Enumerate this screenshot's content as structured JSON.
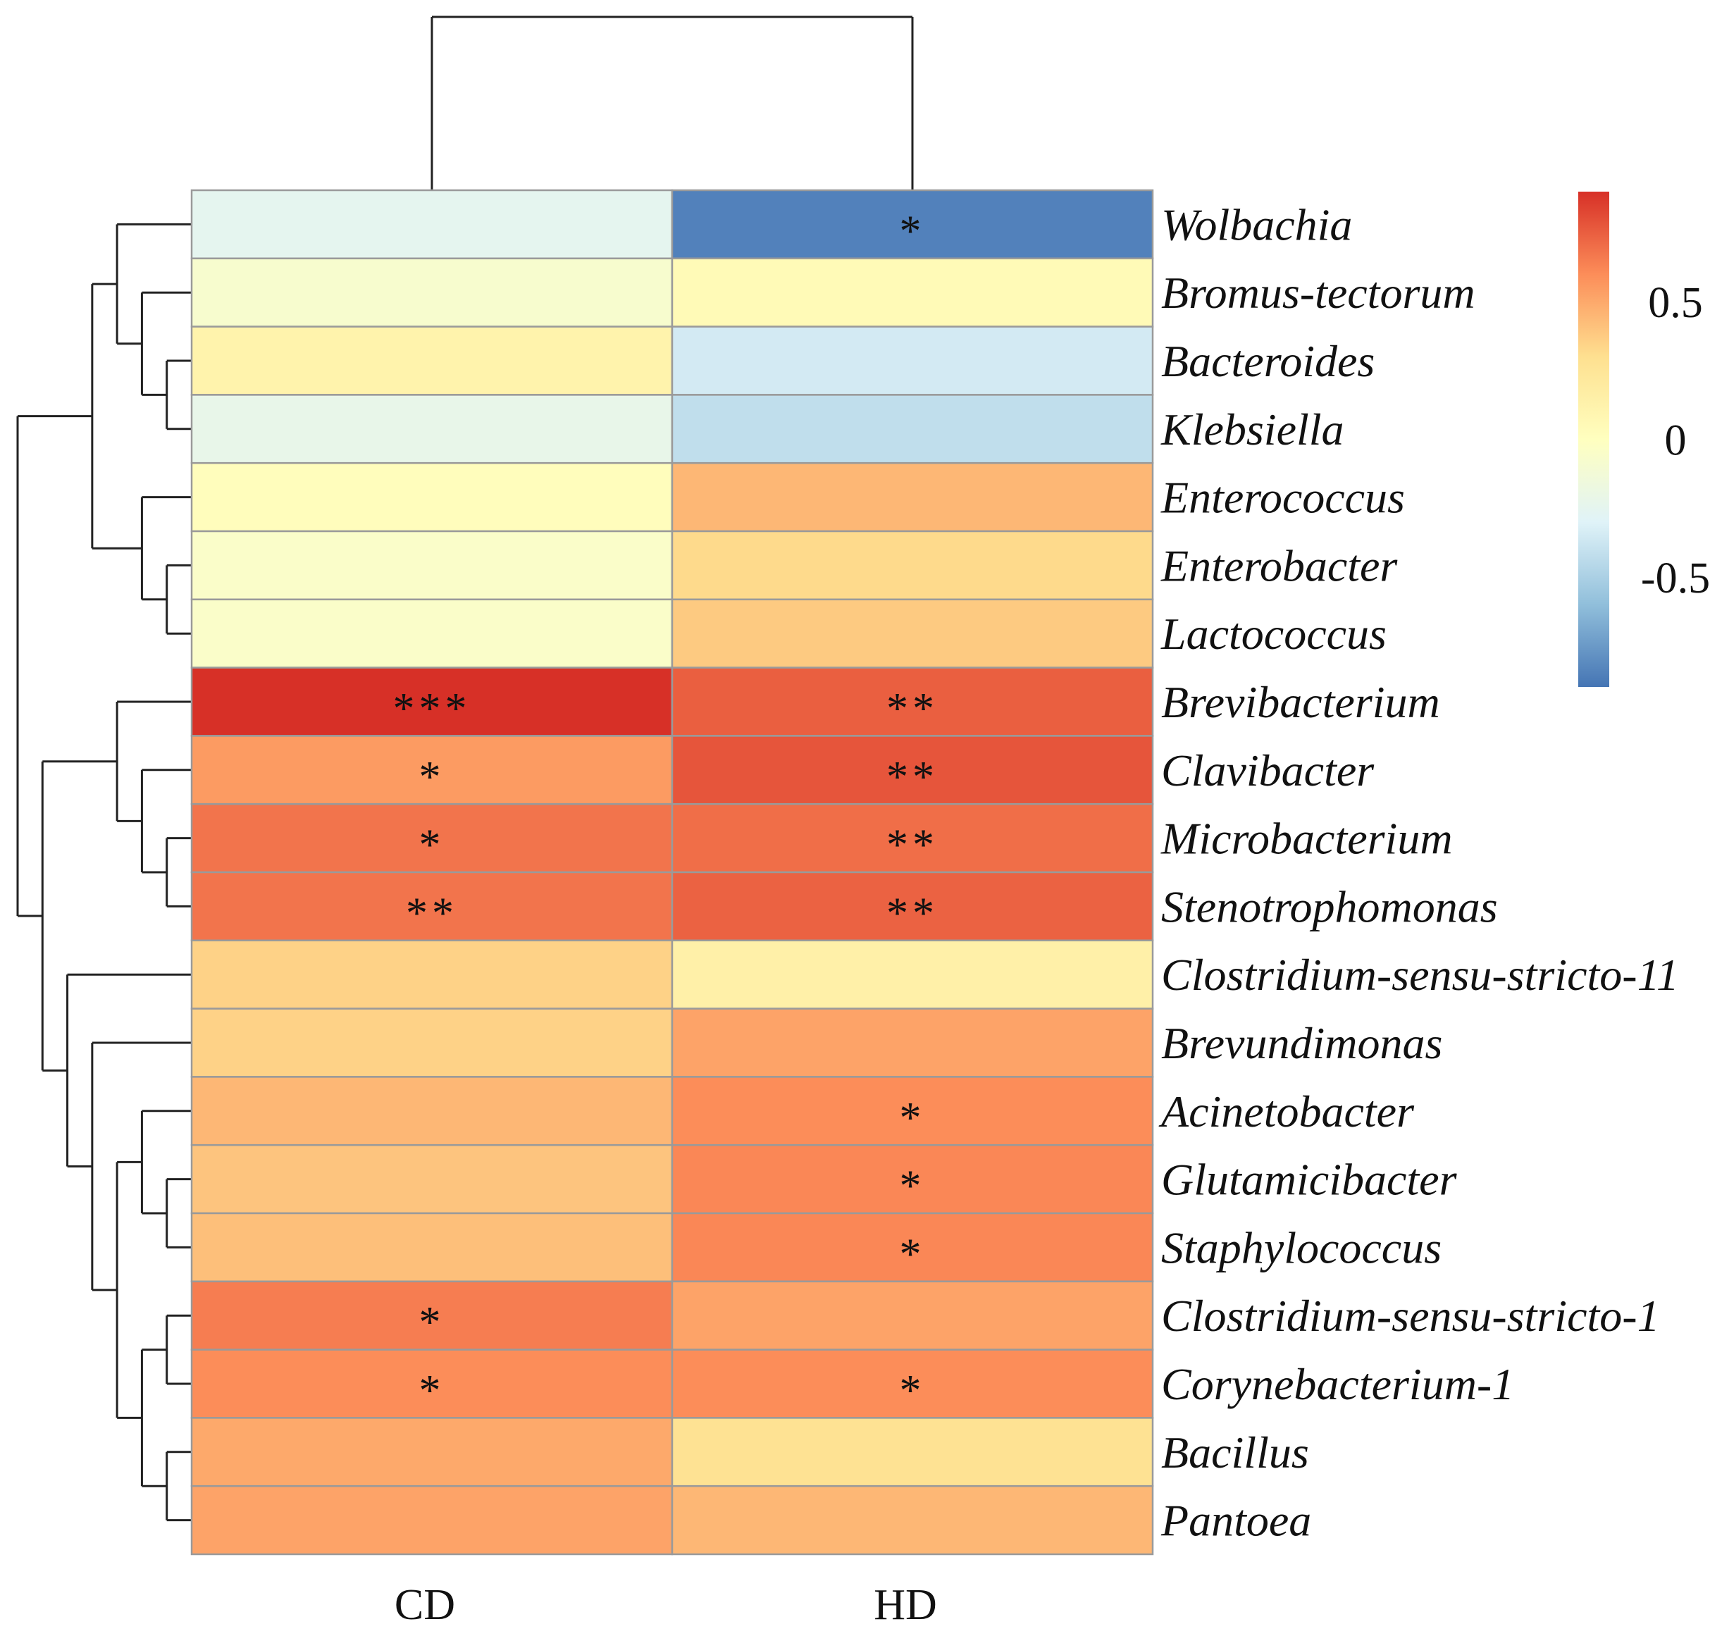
{
  "chart_data": {
    "type": "heatmap",
    "columns": [
      "CD",
      "HD"
    ],
    "rows": [
      "Wolbachia",
      "Bromus-tectorum",
      "Bacteroides",
      "Klebsiella",
      "Enterococcus",
      "Enterobacter",
      "Lactococcus",
      "Brevibacterium",
      "Clavibacter",
      "Microbacterium",
      "Stenotrophomonas",
      "Clostridium-sensu-stricto-11",
      "Brevundimonas",
      "Acinetobacter",
      "Glutamicibacter",
      "Staphylococcus",
      "Clostridium-sensu-stricto-1",
      "Corynebacterium-1",
      "Bacillus",
      "Pantoea"
    ],
    "values": [
      [
        -0.25,
        -0.85
      ],
      [
        -0.08,
        0.05
      ],
      [
        0.12,
        -0.35
      ],
      [
        -0.22,
        -0.42
      ],
      [
        0.02,
        0.45
      ],
      [
        -0.05,
        0.32
      ],
      [
        -0.05,
        0.38
      ],
      [
        0.92,
        0.75
      ],
      [
        0.55,
        0.78
      ],
      [
        0.68,
        0.7
      ],
      [
        0.68,
        0.74
      ],
      [
        0.35,
        0.15
      ],
      [
        0.35,
        0.52
      ],
      [
        0.45,
        0.6
      ],
      [
        0.4,
        0.62
      ],
      [
        0.42,
        0.62
      ],
      [
        0.65,
        0.52
      ],
      [
        0.6,
        0.6
      ],
      [
        0.5,
        0.28
      ],
      [
        0.52,
        0.45
      ]
    ],
    "significance": [
      [
        "",
        "*"
      ],
      [
        "",
        ""
      ],
      [
        "",
        ""
      ],
      [
        "",
        ""
      ],
      [
        "",
        ""
      ],
      [
        "",
        ""
      ],
      [
        "",
        ""
      ],
      [
        "***",
        "**"
      ],
      [
        "*",
        "**"
      ],
      [
        "*",
        "**"
      ],
      [
        "**",
        "**"
      ],
      [
        "",
        ""
      ],
      [
        "",
        ""
      ],
      [
        "",
        "*"
      ],
      [
        "",
        "*"
      ],
      [
        "",
        "*"
      ],
      [
        "*",
        ""
      ],
      [
        "*",
        "*"
      ],
      [
        "",
        ""
      ],
      [
        "",
        ""
      ]
    ],
    "colorbar": {
      "ticks": [
        0.5,
        0,
        -0.5
      ],
      "tick_labels": [
        "0.5",
        "0",
        "-0.5"
      ],
      "range": [
        -0.9,
        0.9
      ],
      "colors": [
        "#4575b4",
        "#91bfdb",
        "#e0f3f8",
        "#ffffbf",
        "#fee090",
        "#fc8d59",
        "#d73027"
      ]
    },
    "title": "",
    "xlabel": "",
    "ylabel": "",
    "dendrograms": {
      "rows": true,
      "columns": true
    }
  }
}
